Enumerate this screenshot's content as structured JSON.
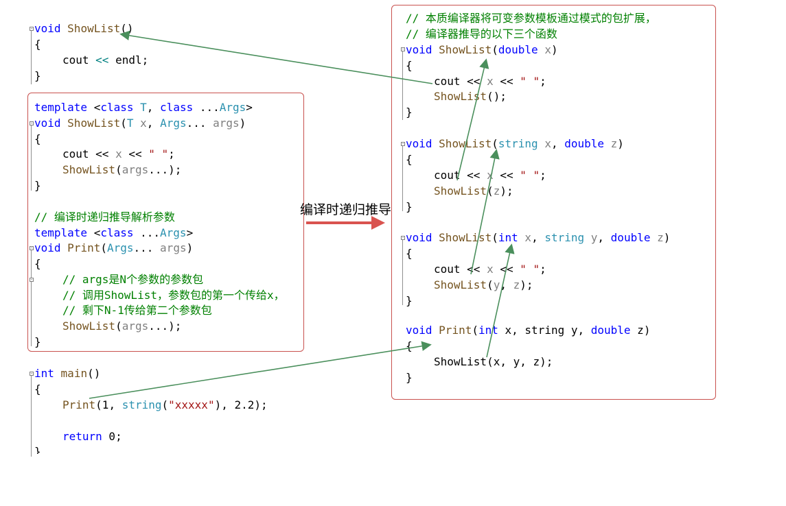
{
  "center_label": "编译时递归推导",
  "colors": {
    "frame_border": "#c8504d",
    "arrow_red": "#d9534f",
    "arrow_green": "#4a8f5c",
    "keyword": "#0000ff",
    "type": "#2b91af",
    "function": "#74531f",
    "parameter": "#7f7f7f",
    "string": "#a31515",
    "comment": "#008000"
  },
  "left": {
    "base_func": {
      "l1": {
        "kw": "void",
        "fn": "ShowList",
        "rest": "()"
      },
      "l2": "{",
      "l3": {
        "a": "cout ",
        "op": "<<",
        "b": " endl;"
      },
      "l4": "}"
    },
    "template_func": {
      "l1": {
        "kw1": "template",
        "a": " <",
        "kw2": "class",
        "b": " ",
        "t1": "T",
        "c": ", ",
        "kw3": "class",
        "d": " ...",
        "t2": "Args",
        "e": ">"
      },
      "l2": {
        "kw": "void",
        "fn": "ShowList",
        "a": "(",
        "t1": "T",
        "p1": "x",
        "b": ", ",
        "t2": "Args",
        "c": "... ",
        "p2": "args",
        "d": ")"
      },
      "l3": "{",
      "l4": {
        "a": "cout << ",
        "p1": "x",
        "b": " << ",
        "s": "\" \"",
        "c": ";"
      },
      "l5": {
        "fn": "ShowList",
        "a": "(",
        "p": "args",
        "b": "...);"
      },
      "l6": "}",
      "comment_main": "// 编译时递归推导解析参数",
      "l7": {
        "kw1": "template",
        "a": " <",
        "kw2": "class",
        "b": " ...",
        "t": "Args",
        "c": ">"
      },
      "l8": {
        "kw": "void",
        "fn": "Print",
        "a": "(",
        "t": "Args",
        "b": "... ",
        "p": "args",
        "c": ")"
      },
      "l9": "{",
      "c1": "// args是N个参数的参数包",
      "c2": "// 调用ShowList，参数包的第一个传给x，",
      "c3": "// 剩下N-1传给第二个参数包",
      "l10": {
        "fn": "ShowList",
        "a": "(",
        "p": "args",
        "b": "...);"
      },
      "l11": "}"
    },
    "main_func": {
      "l1": {
        "kw": "int",
        "fn": "main",
        "rest": "()"
      },
      "l2": "{",
      "l3": {
        "fn": "Print",
        "a": "(1, ",
        "t": "string",
        "b": "(",
        "s": "\"xxxxx\"",
        "c": "), 2.2);"
      },
      "l4": {
        "kw": "return",
        "rest": " 0;"
      },
      "l5": "}"
    }
  },
  "right": {
    "comment1": "// 本质编译器将可变参数模板通过模式的包扩展，",
    "comment2": "// 编译器推导的以下三个函数",
    "f1": {
      "l1": {
        "kw": "void",
        "fn": "ShowList",
        "a": "(",
        "kt": "double",
        "b": " ",
        "p": "x",
        "c": ")"
      },
      "l2": "{",
      "l3": {
        "a": "cout << ",
        "p": "x",
        "b": " << ",
        "s": "\" \"",
        "c": ";"
      },
      "l4": {
        "fn": "ShowList",
        "rest": "();"
      },
      "l5": "}"
    },
    "f2": {
      "l1": {
        "kw": "void",
        "fn": "ShowList",
        "a": "(",
        "t": "string",
        "b": " ",
        "p1": "x",
        "c": ", ",
        "kt": "double",
        "d": " ",
        "p2": "z",
        "e": ")"
      },
      "l2": "{",
      "l3": {
        "a": "cout << ",
        "p": "x",
        "b": " << ",
        "s": "\" \"",
        "c": ";"
      },
      "l4": {
        "fn": "ShowList",
        "a": "(",
        "p": "z",
        "b": ");"
      },
      "l5": "}"
    },
    "f3": {
      "l1": {
        "kw": "void",
        "fn": "ShowList",
        "a": "(",
        "kt1": "int",
        "b": " ",
        "p1": "x",
        "c": ", ",
        "t": "string",
        "d": " ",
        "p2": "y",
        "e": ", ",
        "kt2": "double",
        "f": " ",
        "p3": "z",
        "g": ")"
      },
      "l2": "{",
      "l3": {
        "a": "cout << ",
        "p": "x",
        "b": " << ",
        "s": "\" \"",
        "c": ";"
      },
      "l4": {
        "fn": "ShowList",
        "a": "(",
        "p1": "y",
        "b": ", ",
        "p2": "z",
        "c": ");"
      },
      "l5": "}"
    },
    "f4": {
      "l1": {
        "kw": "void",
        "fn": "Print",
        "a": "(",
        "kt1": "int",
        "b": " x, string y, ",
        "kt2": "double",
        "c": " z)"
      },
      "l2": "{",
      "l3": "ShowList(x, y, z);",
      "l4": "}"
    }
  }
}
